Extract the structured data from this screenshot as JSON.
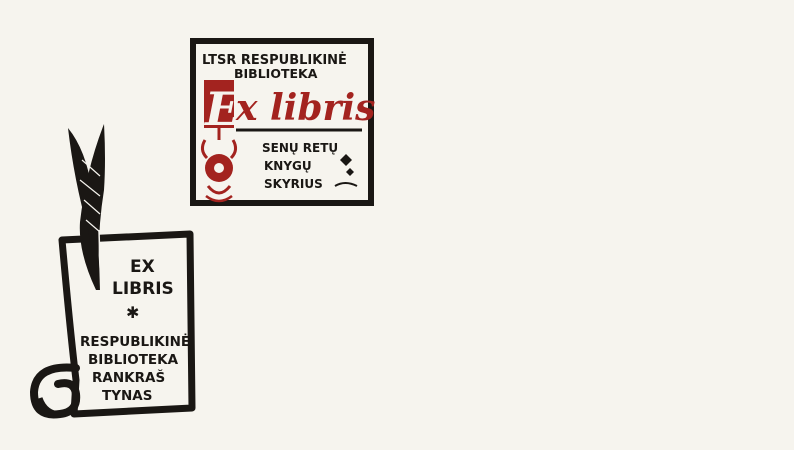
{
  "bookplate_top": {
    "line1": "LTSR RESPUBLIKINĖ",
    "line2": "BIBLIOTEKA",
    "initial": "E",
    "title_rest": "x libris",
    "line3": "SENŲ  RETŲ",
    "line4": "KNYGŲ",
    "line5": "SKYRIUS",
    "color_red": "#a3231f",
    "color_ink": "#1a1714"
  },
  "bookplate_scroll": {
    "line1": "EX",
    "line2": "LIBRIS",
    "star": "✱",
    "line3": "RESPUBLIKINĖ",
    "line4": "BIBLIOTEKA",
    "line5": "RANKRAŠ",
    "line6": "TYNAS",
    "icon": "quill-icon"
  }
}
